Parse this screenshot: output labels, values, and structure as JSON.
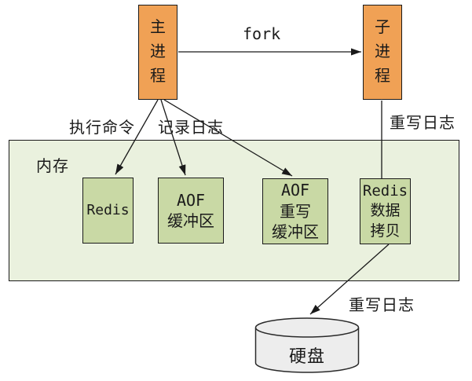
{
  "diagram": {
    "nodes": {
      "main_process": {
        "label": "主进程"
      },
      "child_process": {
        "label": "子进程"
      },
      "memory": {
        "label": "内存"
      },
      "redis": {
        "label": "Redis"
      },
      "aof_buffer": {
        "label": "AOF\n缓冲区"
      },
      "aof_rewrite_buffer": {
        "label": "AOF\n重写\n缓冲区"
      },
      "redis_data_copy": {
        "label": "Redis\n数据\n拷贝"
      },
      "disk": {
        "label": "硬盘"
      }
    },
    "edges": {
      "fork": {
        "label": "fork"
      },
      "exec_command": {
        "label": "执行命令"
      },
      "record_log": {
        "label": "记录日志"
      },
      "rewrite_log_child": {
        "label": "重写日志"
      },
      "rewrite_log_disk": {
        "label": "重写日志"
      }
    },
    "colors": {
      "process_fill": "#F0A155",
      "memory_fill": "#EAF1DE",
      "block_fill": "#C9D9A5",
      "disk_fill": "#EDEDED",
      "line": "#1a1a1a"
    }
  }
}
